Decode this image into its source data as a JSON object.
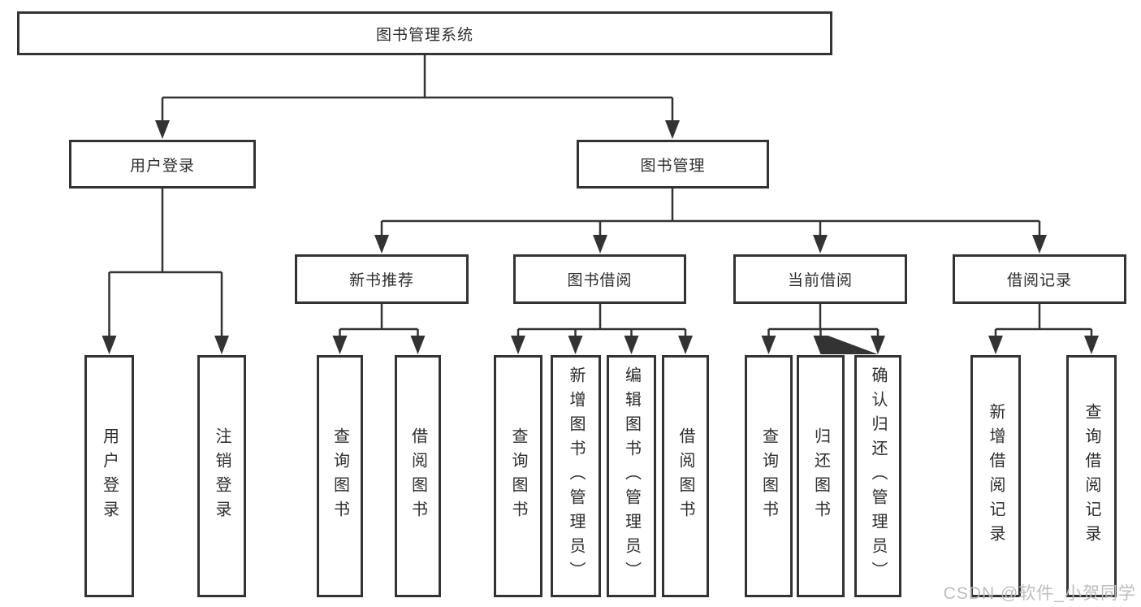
{
  "tree": {
    "label": "图书管理系统",
    "children": [
      {
        "label": "用户登录",
        "children": [
          {
            "label": "用户登录"
          },
          {
            "label": "注销登录"
          }
        ]
      },
      {
        "label": "图书管理",
        "children": [
          {
            "label": "新书推荐",
            "children": [
              {
                "label": "查询图书"
              },
              {
                "label": "借阅图书"
              }
            ]
          },
          {
            "label": "图书借阅",
            "children": [
              {
                "label": "查询图书"
              },
              {
                "label": "新增图书（管理员）"
              },
              {
                "label": "编辑图书（管理员）"
              },
              {
                "label": "借阅图书"
              }
            ]
          },
          {
            "label": "当前借阅",
            "children": [
              {
                "label": "查询图书"
              },
              {
                "label": "归还图书"
              },
              {
                "label": "确认归还（管理员）"
              }
            ]
          },
          {
            "label": "借阅记录",
            "children": [
              {
                "label": "新增借阅记录"
              },
              {
                "label": "查询借阅记录"
              }
            ]
          }
        ]
      }
    ]
  },
  "watermark": "CSDN @软件_小贺同学",
  "colors": {
    "line": "#333333",
    "text": "#2d2d2d",
    "background": "#ffffff",
    "watermark": "#b9b9b9"
  }
}
